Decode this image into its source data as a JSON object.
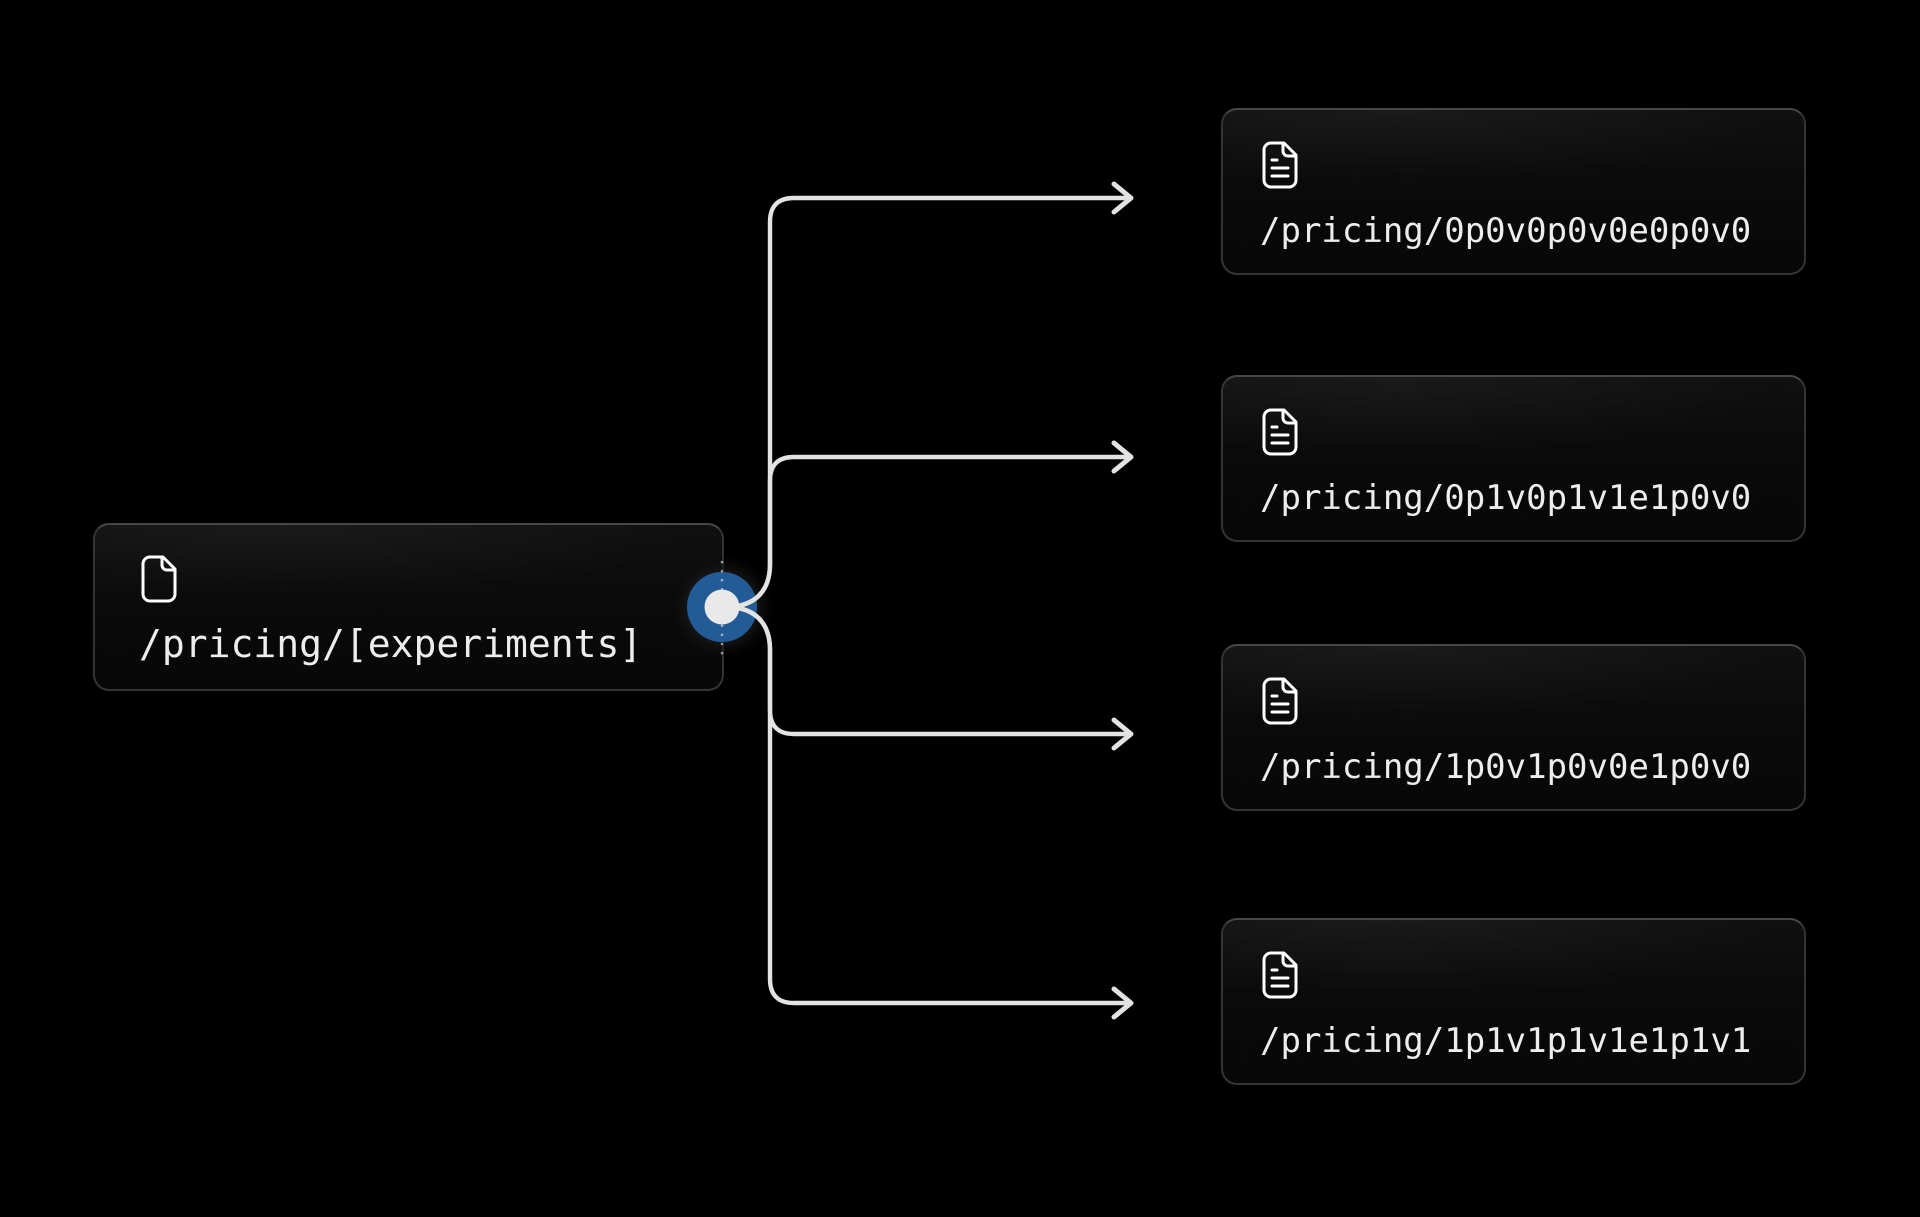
{
  "diagram": {
    "source_node": {
      "label": "/pricing/[experiments]",
      "icon": "file"
    },
    "target_nodes": [
      {
        "label": "/pricing/0p0v0p0v0e0p0v0",
        "icon": "file-text"
      },
      {
        "label": "/pricing/0p1v0p1v1e1p0v0",
        "icon": "file-text"
      },
      {
        "label": "/pricing/1p0v1p0v0e1p0v0",
        "icon": "file-text"
      },
      {
        "label": "/pricing/1p1v1p1v1e1p1v1",
        "icon": "file-text"
      }
    ],
    "edge_count": 4,
    "colors": {
      "background": "#000000",
      "node_background": "#0a0a0a",
      "node_border": "#343434",
      "edge_stroke": "#e3e3e3",
      "label_text": "#ededed",
      "handle_outer_halo": "#181818",
      "handle_blue": "#235b97",
      "handle_inner": "#e9e9e9"
    }
  }
}
